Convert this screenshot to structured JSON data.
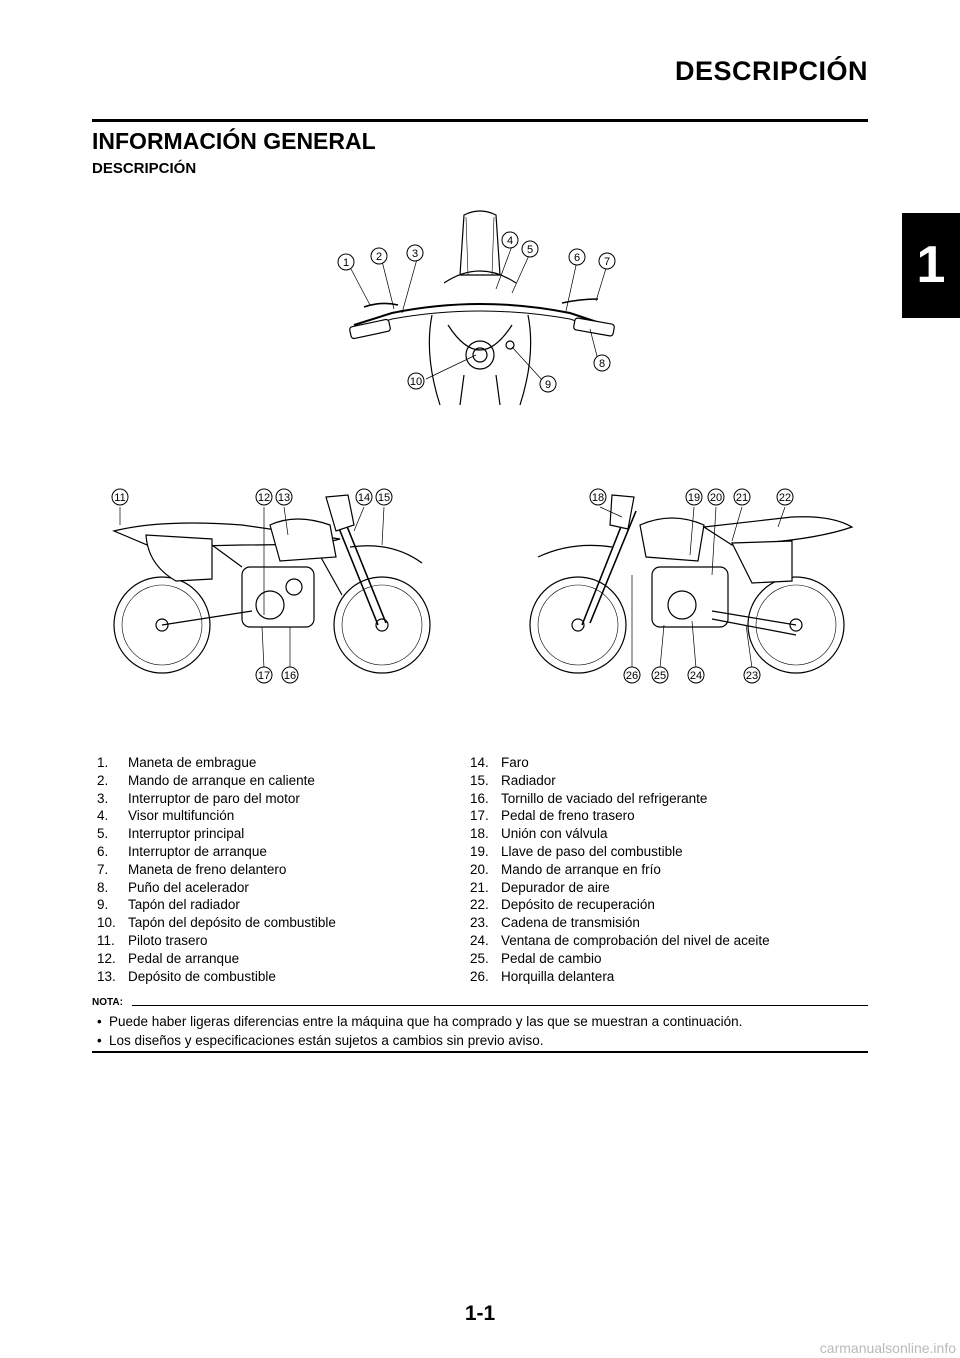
{
  "header": {
    "title": "DESCRIPCIÓN",
    "chapter_tab": "1"
  },
  "section": {
    "title": "INFORMACIÓN GENERAL",
    "subtitle": "DESCRIPCIÓN"
  },
  "figure": {
    "top_callouts": [
      "1",
      "2",
      "3",
      "4",
      "5",
      "6",
      "7",
      "8",
      "9",
      "10"
    ],
    "left_callouts": [
      "11",
      "12",
      "13",
      "14",
      "15",
      "16",
      "17"
    ],
    "right_callouts": [
      "18",
      "19",
      "20",
      "21",
      "22",
      "23",
      "24",
      "25",
      "26"
    ]
  },
  "legend": {
    "left": [
      {
        "num": "1.",
        "text": "Maneta de embrague"
      },
      {
        "num": "2.",
        "text": "Mando de arranque en caliente"
      },
      {
        "num": "3.",
        "text": "Interruptor de paro del motor"
      },
      {
        "num": "4.",
        "text": "Visor multifunción"
      },
      {
        "num": "5.",
        "text": "Interruptor principal"
      },
      {
        "num": "6.",
        "text": "Interruptor de arranque"
      },
      {
        "num": "7.",
        "text": "Maneta de freno delantero"
      },
      {
        "num": "8.",
        "text": "Puño del acelerador"
      },
      {
        "num": "9.",
        "text": "Tapón del radiador"
      },
      {
        "num": "10.",
        "text": "Tapón del depósito de combustible"
      },
      {
        "num": "11.",
        "text": "Piloto trasero"
      },
      {
        "num": "12.",
        "text": "Pedal de arranque"
      },
      {
        "num": "13.",
        "text": "Depósito de combustible"
      }
    ],
    "right": [
      {
        "num": "14.",
        "text": "Faro"
      },
      {
        "num": "15.",
        "text": "Radiador"
      },
      {
        "num": "16.",
        "text": "Tornillo de vaciado del refrigerante"
      },
      {
        "num": "17.",
        "text": "Pedal de freno trasero"
      },
      {
        "num": "18.",
        "text": "Unión con válvula"
      },
      {
        "num": "19.",
        "text": "Llave de paso del combustible"
      },
      {
        "num": "20.",
        "text": "Mando de arranque en frío"
      },
      {
        "num": "21.",
        "text": "Depurador de aire"
      },
      {
        "num": "22.",
        "text": "Depósito de recuperación"
      },
      {
        "num": "23.",
        "text": "Cadena de transmisión"
      },
      {
        "num": "24.",
        "text": "Ventana de comprobación del nivel de aceite"
      },
      {
        "num": "25.",
        "text": "Pedal de cambio"
      },
      {
        "num": "26.",
        "text": "Horquilla delantera"
      }
    ]
  },
  "note": {
    "label": "NOTA:",
    "items": [
      "Puede haber ligeras diferencias entre la máquina que ha comprado y las que se muestran a continuación.",
      "Los diseños y especificaciones están sujetos a cambios sin previo aviso."
    ]
  },
  "page_number": "1-1",
  "watermark": "carmanualsonline.info"
}
